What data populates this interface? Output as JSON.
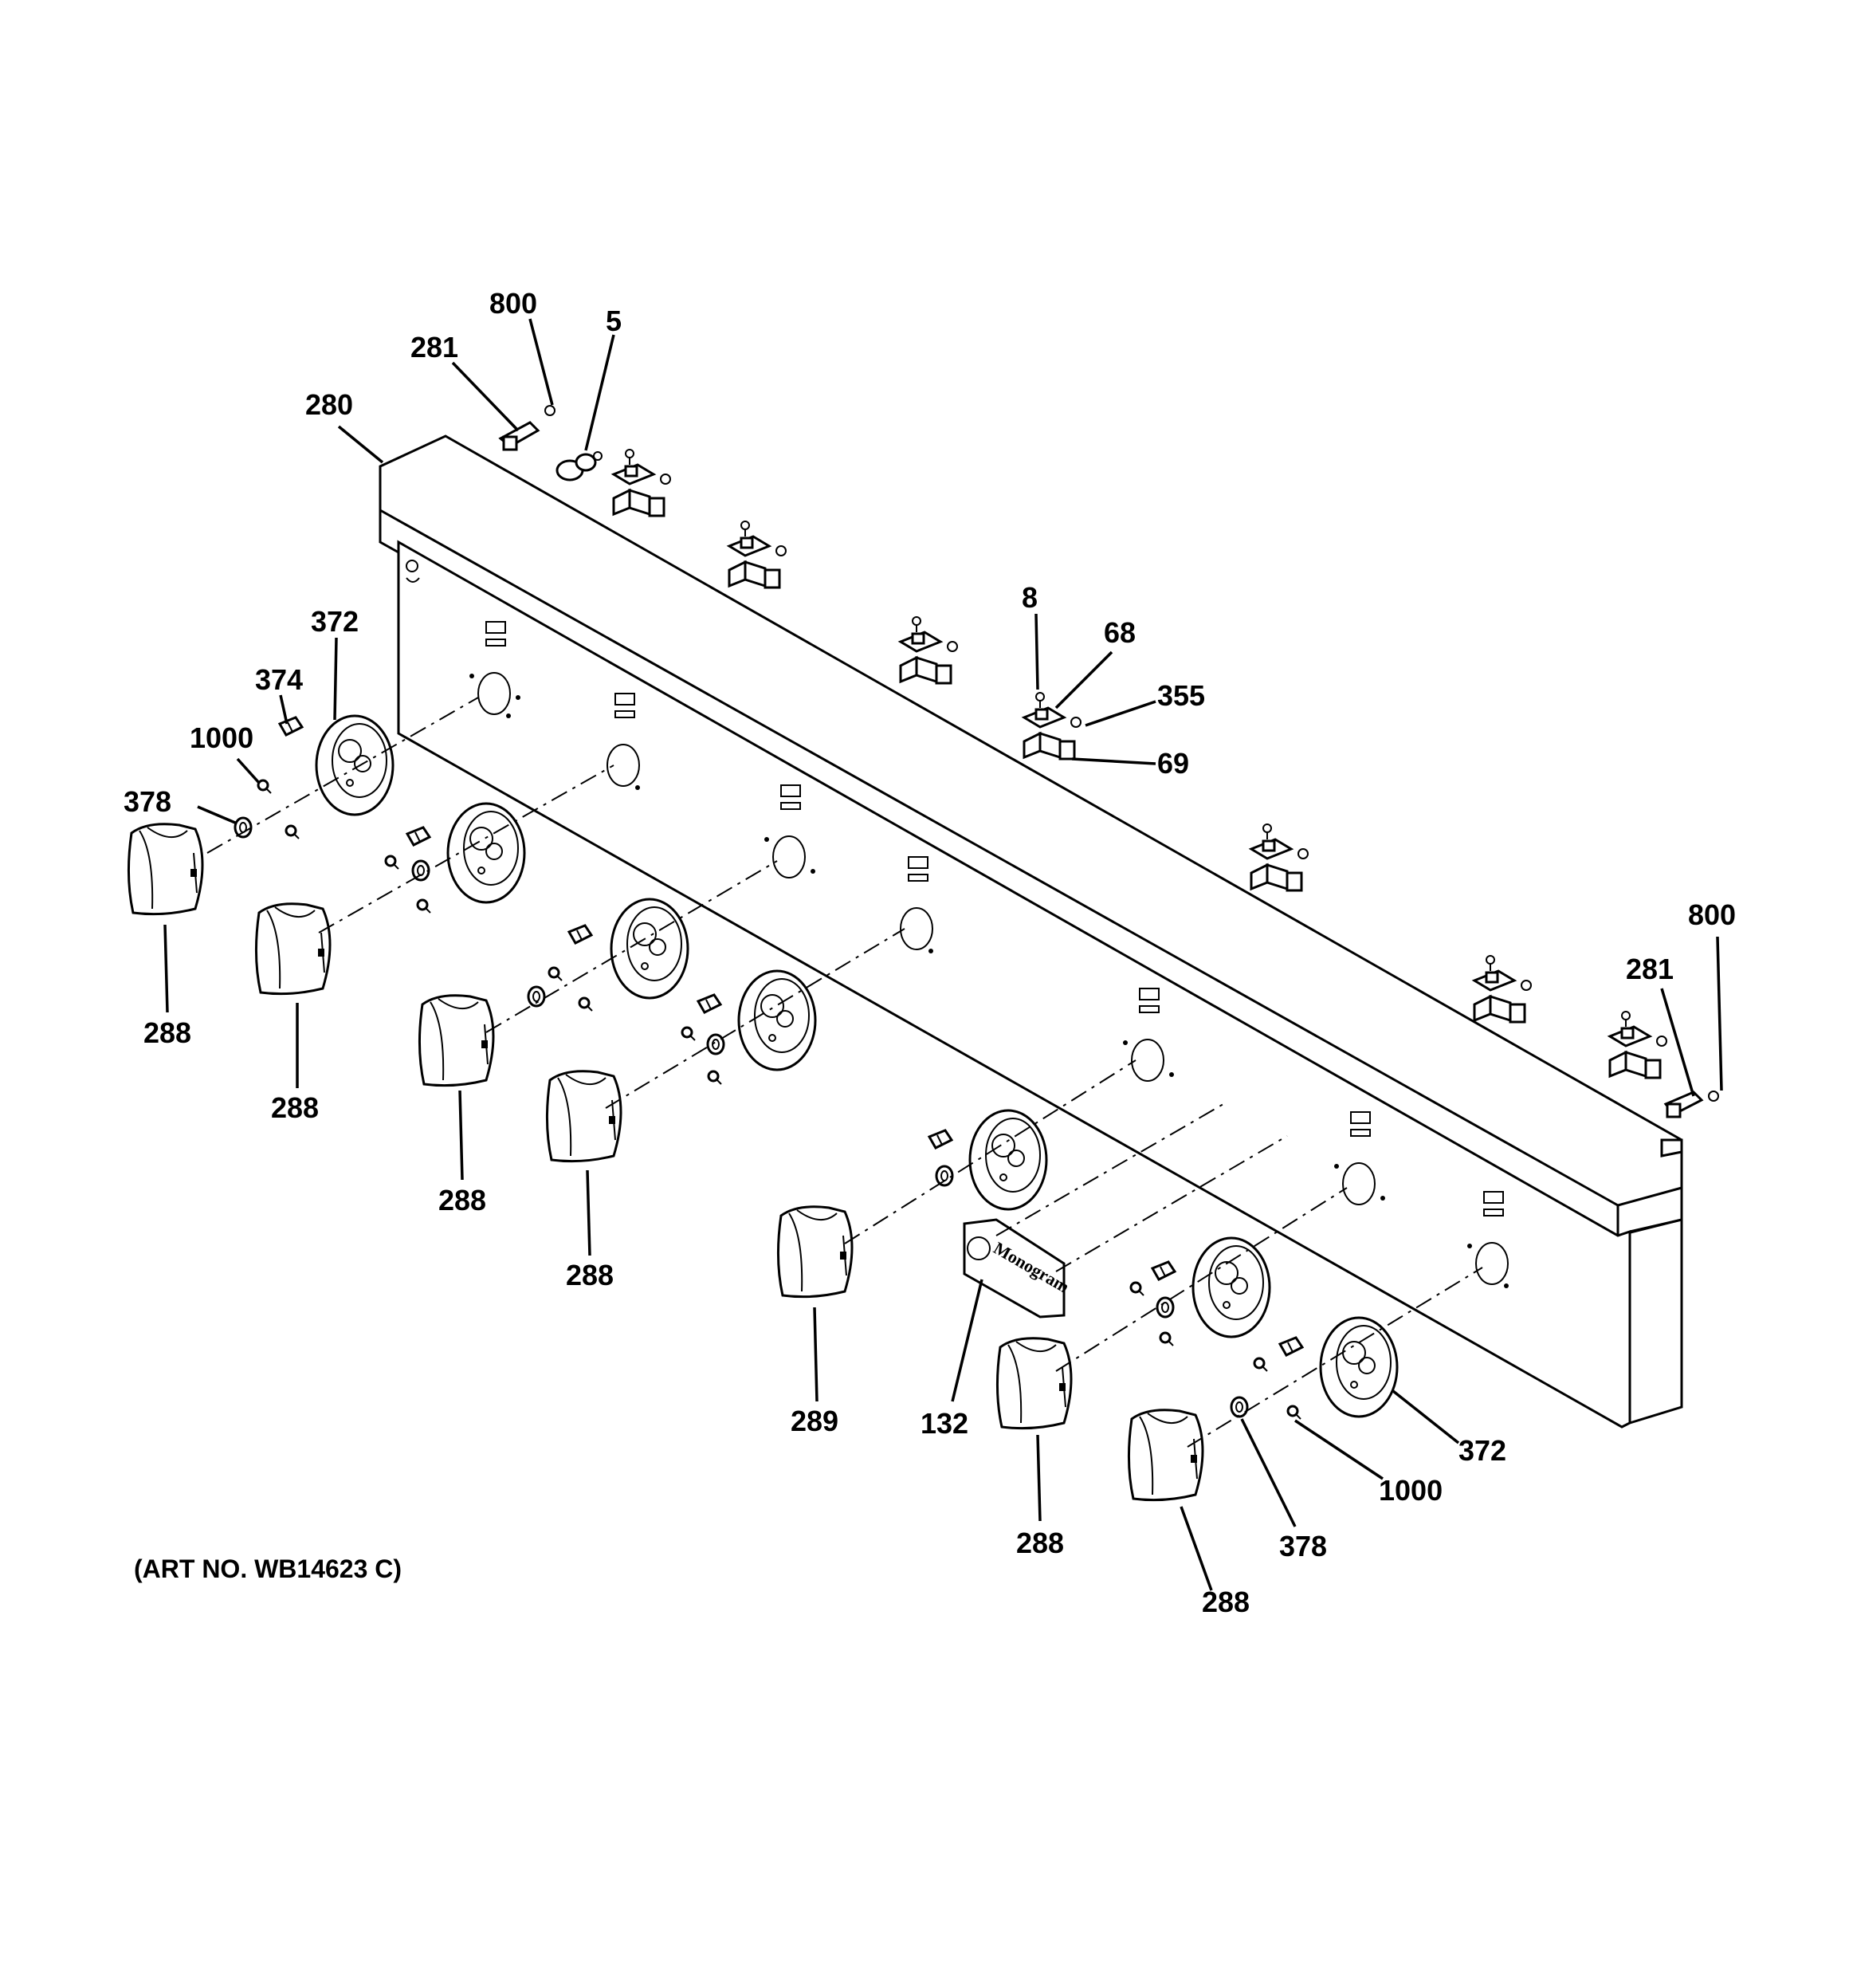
{
  "callouts": {
    "c800a": "800",
    "c281a": "281",
    "c5": "5",
    "c280": "280",
    "c372a": "372",
    "c374": "374",
    "c1000a": "1000",
    "c378a": "378",
    "c8": "8",
    "c68": "68",
    "c355": "355",
    "c69": "69",
    "c800b": "800",
    "c281b": "281",
    "c288a": "288",
    "c288b": "288",
    "c288c": "288",
    "c288d": "288",
    "c289": "289",
    "c132": "132",
    "c288e": "288",
    "c288f": "288",
    "c378b": "378",
    "c1000b": "1000",
    "c372b": "372"
  },
  "art_number": "(ART NO. WB14623 C)",
  "badge_text": "Monogram"
}
